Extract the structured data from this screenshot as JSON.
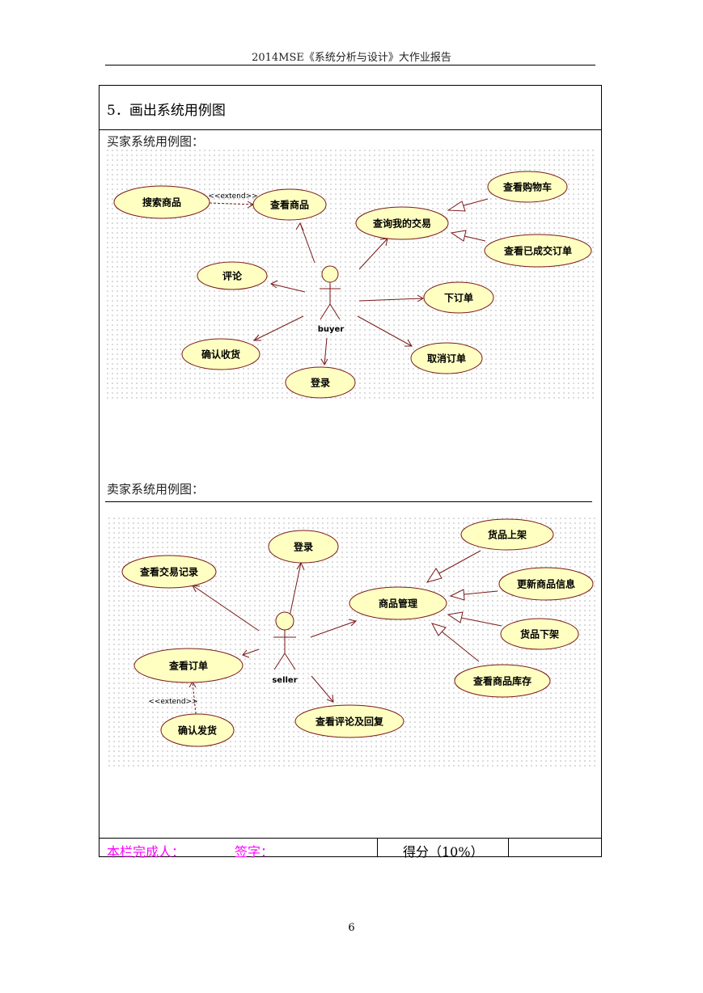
{
  "header": {
    "title": "2014MSE《系统分析与设计》大作业报告"
  },
  "section": {
    "title": "5．画出系统用例图"
  },
  "buyer_diagram": {
    "label": "买家系统用例图：",
    "actor": "buyer",
    "extend_label": "<<extend>>",
    "use_cases": {
      "search": "搜索商品",
      "view_goods": "查看商品",
      "my_trades": "查询我的交易",
      "cart": "查看购物车",
      "done_orders": "查看已成交订单",
      "comment": "评论",
      "place_order": "下订单",
      "confirm_receipt": "确认收货",
      "cancel_order": "取消订单",
      "login": "登录"
    }
  },
  "seller_diagram": {
    "label": "卖家系统用例图：",
    "actor": "seller",
    "extend_label": "<<extend>>",
    "use_cases": {
      "login": "登录",
      "trade_records": "查看交易记录",
      "goods_mgmt": "商品管理",
      "shelve": "货品上架",
      "update_info": "更新商品信息",
      "unshelve": "货品下架",
      "stock": "查看商品库存",
      "view_orders": "查看订单",
      "ship": "确认发货",
      "reviews": "查看评论及回复"
    }
  },
  "footer": {
    "completer": "本栏完成人：",
    "signature": "签字：",
    "score": "得分（10%）"
  },
  "page_number": "6"
}
